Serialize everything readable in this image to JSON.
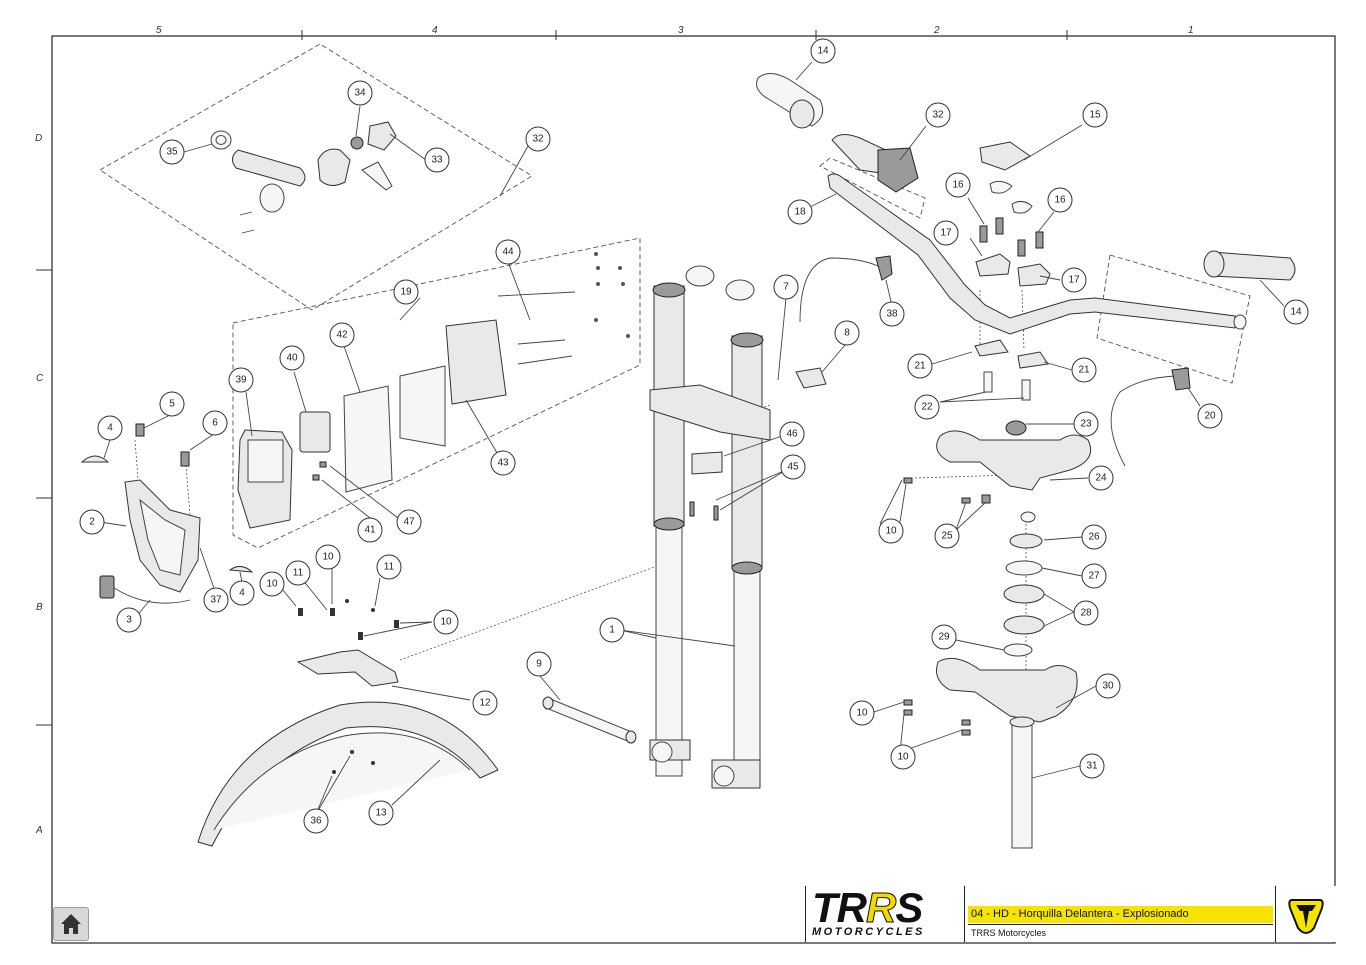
{
  "sheet": {
    "column_labels": [
      "5",
      "4",
      "3",
      "2",
      "1"
    ],
    "row_labels": [
      "D",
      "C",
      "B",
      "A"
    ]
  },
  "callouts": [
    "1",
    "2",
    "3",
    "4",
    "4",
    "5",
    "6",
    "7",
    "8",
    "9",
    "10",
    "10",
    "10",
    "10",
    "10",
    "10",
    "11",
    "11",
    "12",
    "13",
    "14",
    "14",
    "15",
    "16",
    "16",
    "17",
    "17",
    "18",
    "19",
    "20",
    "21",
    "21",
    "22",
    "23",
    "24",
    "25",
    "26",
    "27",
    "28",
    "29",
    "30",
    "31",
    "32",
    "32",
    "33",
    "34",
    "35",
    "36",
    "37",
    "38",
    "39",
    "40",
    "41",
    "42",
    "43",
    "44",
    "45",
    "46",
    "47"
  ],
  "title_block": {
    "logo_text_1": "T",
    "logo_text_2": "R",
    "logo_text_3": "S",
    "logo_subtitle": "MOTORCYCLES",
    "drawing_title": "04 - HD - Horquilla Delantera - Explosionado",
    "company": "TRRS Motorcycles",
    "brand_color": "#f5e400"
  },
  "nav": {
    "home_icon": "home-icon"
  }
}
